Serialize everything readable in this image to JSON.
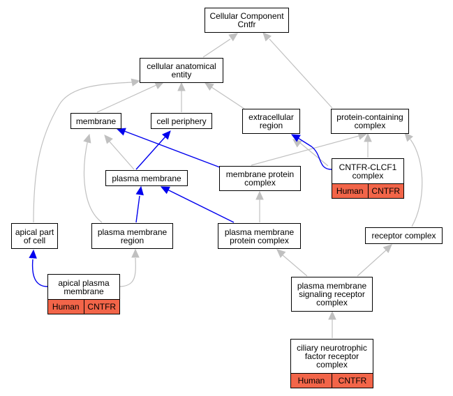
{
  "nodes": {
    "cc_cntfr": {
      "lines": [
        "Cellular Component",
        "Cntfr"
      ]
    },
    "cae": {
      "lines": [
        "cellular anatomical",
        "entity"
      ]
    },
    "membrane": {
      "lines": [
        "membrane"
      ]
    },
    "cell_periphery": {
      "lines": [
        "cell periphery"
      ]
    },
    "extracellular_region": {
      "lines": [
        "extracellular",
        "region"
      ]
    },
    "protein_containing_complex": {
      "lines": [
        "protein-containing",
        "complex"
      ]
    },
    "plasma_membrane": {
      "lines": [
        "plasma membrane"
      ]
    },
    "membrane_protein_complex": {
      "lines": [
        "membrane protein",
        "complex"
      ]
    },
    "cntfr_clcf1": {
      "lines": [
        "CNTFR-CLCF1",
        "complex"
      ],
      "tags": [
        "Human",
        "CNTFR"
      ]
    },
    "apical_part": {
      "lines": [
        "apical part",
        "of cell"
      ]
    },
    "pm_region": {
      "lines": [
        "plasma membrane",
        "region"
      ]
    },
    "pm_protein_complex": {
      "lines": [
        "plasma membrane",
        "protein complex"
      ]
    },
    "receptor_complex": {
      "lines": [
        "receptor complex"
      ]
    },
    "apical_pm": {
      "lines": [
        "apical plasma",
        "membrane"
      ],
      "tags": [
        "Human",
        "CNTFR"
      ]
    },
    "pm_signaling": {
      "lines": [
        "plasma membrane",
        "signaling receptor",
        "complex"
      ]
    },
    "cntf_receptor": {
      "lines": [
        "ciliary neurotrophic",
        "factor receptor",
        "complex"
      ],
      "tags": [
        "Human",
        "CNTFR"
      ]
    }
  },
  "colors": {
    "is_a_edge": "#c0c0c0",
    "part_of_edge": "#0000ee",
    "tag_fill": "#f26549"
  }
}
